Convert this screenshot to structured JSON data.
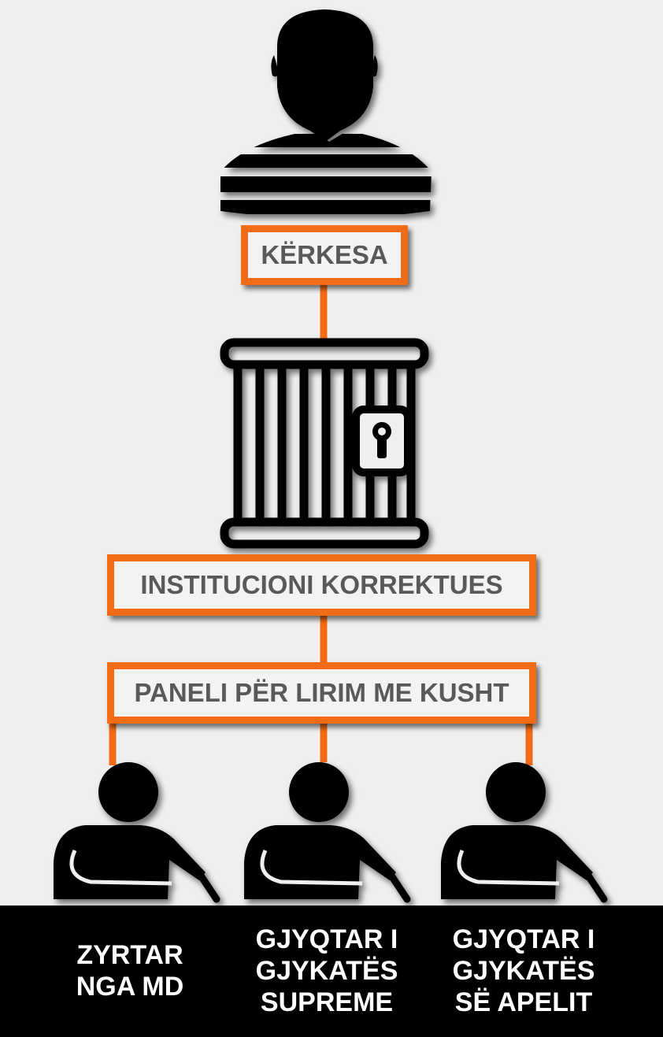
{
  "diagram": {
    "request_label": "KËRKESA",
    "institution_label": "INSTITUCIONI KORREKTUES",
    "panel_label": "PANELI PËR LIRIM ME KUSHT",
    "members": [
      {
        "label": "ZYRTAR\nNGA MD"
      },
      {
        "label": "GJYQTAR I\nGJYKATËS\nSUPREME"
      },
      {
        "label": "GJYQTAR I\nGJYKATËS\nSË APELIT"
      }
    ]
  },
  "colors": {
    "accent": "#f26b16",
    "background": "#efefef",
    "box_text": "#595959",
    "icon": "#000000",
    "bar_text": "#ffffff"
  },
  "icons": [
    "prisoner-icon",
    "jail-cell-icon",
    "person-writing-icon"
  ]
}
